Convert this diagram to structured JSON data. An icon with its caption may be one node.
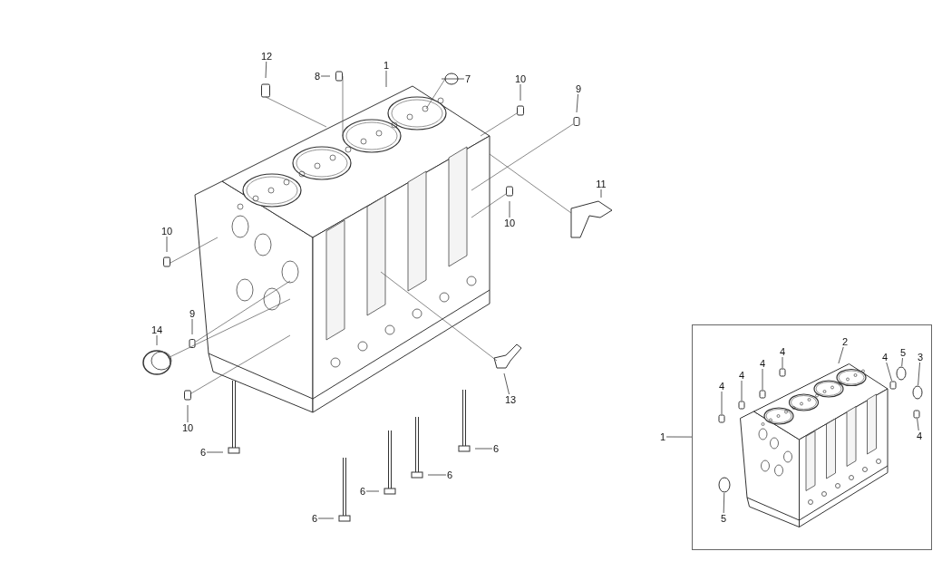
{
  "diagram": {
    "nodes": [
      {
        "text": [
          "12"
        ]
      },
      {
        "text": [
          "8"
        ]
      },
      {
        "text": [
          "1"
        ]
      },
      {
        "text": [
          "7"
        ]
      },
      {
        "text": [
          "10"
        ]
      },
      {
        "text": [
          "9"
        ]
      },
      {
        "text": [
          "11"
        ]
      },
      {
        "text": [
          "10"
        ]
      },
      {
        "text": [
          "10"
        ]
      },
      {
        "text": [
          "14"
        ]
      },
      {
        "text": [
          "9"
        ]
      },
      {
        "text": [
          "10"
        ]
      },
      {
        "text": [
          "13"
        ]
      },
      {
        "text": [
          "6"
        ]
      },
      {
        "text": [
          "6"
        ]
      },
      {
        "text": [
          "6"
        ]
      },
      {
        "text": [
          "6"
        ]
      },
      {
        "text": [
          "6"
        ]
      },
      {
        "text": [
          "1"
        ]
      },
      {
        "text": [],
        "shape": "box"
      },
      {
        "text": [
          "4"
        ],
        "in": 19
      },
      {
        "text": [
          "2"
        ],
        "in": 19
      },
      {
        "text": [
          "4"
        ],
        "in": 19
      },
      {
        "text": [
          "5"
        ],
        "in": 19
      },
      {
        "text": [
          "3"
        ],
        "in": 19
      },
      {
        "text": [
          "4"
        ],
        "in": 19
      },
      {
        "text": [
          "4"
        ],
        "in": 19
      },
      {
        "text": [
          "4"
        ],
        "in": 19
      },
      {
        "text": [
          "4"
        ],
        "in": 19
      },
      {
        "text": [
          "5"
        ],
        "in": 19
      },
      {
        "text": [],
        "shape": "picture",
        "in": 19
      },
      {
        "text": [],
        "shape": "box",
        "in": 19
      },
      {
        "text": [],
        "shape": "circle",
        "in": 19
      },
      {
        "text": [],
        "shape": "box",
        "in": 19
      },
      {
        "text": [],
        "shape": "box",
        "in": 19
      },
      {
        "text": [],
        "shape": "box",
        "in": 19
      },
      {
        "text": [],
        "shape": "box",
        "in": 19
      },
      {
        "text": [],
        "shape": "circle",
        "in": 19
      },
      {
        "text": [],
        "shape": "box",
        "in": 19
      },
      {
        "text": [],
        "shape": "circle",
        "in": 19
      }
    ],
    "edges": [
      {
        "from": 0,
        "to": null,
        "arrow": "none"
      },
      {
        "from": 1,
        "to": null,
        "arrow": "none"
      },
      {
        "from": 2,
        "to": null,
        "arrow": "none"
      },
      {
        "from": 3,
        "to": null,
        "arrow": "none"
      },
      {
        "from": 4,
        "to": null,
        "arrow": "none"
      },
      {
        "from": 5,
        "to": null,
        "arrow": "none"
      },
      {
        "from": 6,
        "to": null,
        "arrow": "none"
      },
      {
        "from": 7,
        "to": null,
        "arrow": "none"
      },
      {
        "from": 8,
        "to": null,
        "arrow": "none"
      },
      {
        "from": 9,
        "to": null,
        "arrow": "none"
      },
      {
        "from": 10,
        "to": null,
        "arrow": "none"
      },
      {
        "from": 11,
        "to": null,
        "arrow": "none"
      },
      {
        "from": 12,
        "to": null,
        "arrow": "none"
      },
      {
        "from": 13,
        "to": null,
        "arrow": "none"
      },
      {
        "from": 14,
        "to": null,
        "arrow": "none"
      },
      {
        "from": 15,
        "to": null,
        "arrow": "none"
      },
      {
        "from": 16,
        "to": null,
        "arrow": "none"
      },
      {
        "from": 17,
        "to": null,
        "arrow": "none"
      },
      {
        "from": 18,
        "to": 19,
        "arrow": "none"
      },
      {
        "from": 20,
        "to": 35,
        "arrow": "none"
      },
      {
        "from": 21,
        "to": 30,
        "arrow": "none"
      },
      {
        "from": 22,
        "to": 36,
        "arrow": "none"
      },
      {
        "from": 23,
        "to": 37,
        "arrow": "none"
      },
      {
        "from": 24,
        "to": 39,
        "arrow": "none"
      },
      {
        "from": 25,
        "to": 34,
        "arrow": "none"
      },
      {
        "from": 26,
        "to": 33,
        "arrow": "none"
      },
      {
        "from": 27,
        "to": 31,
        "arrow": "none"
      },
      {
        "from": 28,
        "to": 38,
        "arrow": "none"
      },
      {
        "from": 29,
        "to": 32,
        "arrow": "none"
      }
    ]
  }
}
